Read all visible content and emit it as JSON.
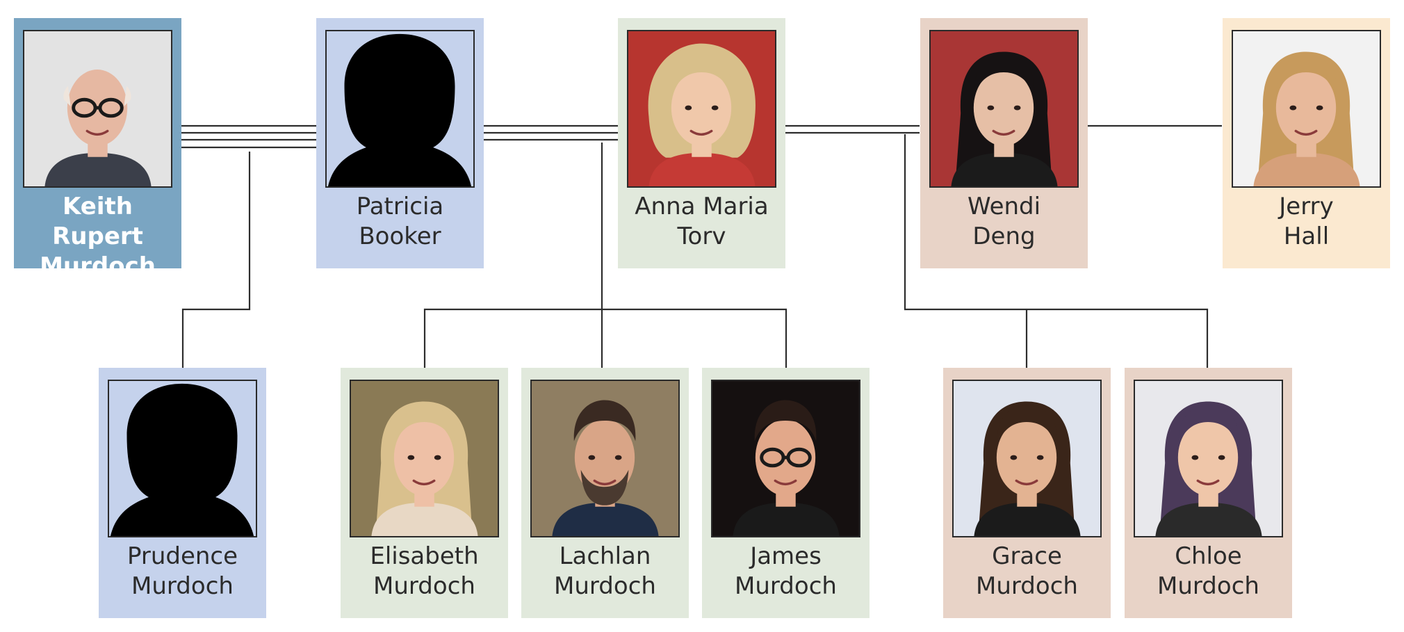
{
  "colors": {
    "primary": "#7aa5c2",
    "booker": "#c5d2ec",
    "torv": "#e1e9dc",
    "deng": "#e8d3c7",
    "hall": "#fbe9d0",
    "line": "#2d2d2d",
    "silhouette": "#000000"
  },
  "people": {
    "rupert": {
      "name": [
        "Keith Rupert",
        "Murdoch"
      ],
      "photo": "portrait-photo"
    },
    "patricia": {
      "name": [
        "Patricia",
        "Booker"
      ],
      "photo": "silhouette"
    },
    "anna": {
      "name": [
        "Anna Maria",
        "Torv"
      ],
      "photo": "portrait-photo"
    },
    "wendi": {
      "name": [
        "Wendi",
        "Deng"
      ],
      "photo": "portrait-photo"
    },
    "jerry": {
      "name": [
        "Jerry",
        "Hall"
      ],
      "photo": "portrait-photo"
    },
    "prudence": {
      "name": [
        "Prudence",
        "Murdoch"
      ],
      "photo": "silhouette"
    },
    "elisabeth": {
      "name": [
        "Elisabeth",
        "Murdoch"
      ],
      "photo": "portrait-photo"
    },
    "lachlan": {
      "name": [
        "Lachlan",
        "Murdoch"
      ],
      "photo": "portrait-photo"
    },
    "james": {
      "name": [
        "James",
        "Murdoch"
      ],
      "photo": "portrait-photo"
    },
    "grace": {
      "name": [
        "Grace",
        "Murdoch"
      ],
      "photo": "portrait-photo"
    },
    "chloe": {
      "name": [
        "Chloe",
        "Murdoch"
      ],
      "photo": "portrait-photo"
    }
  }
}
